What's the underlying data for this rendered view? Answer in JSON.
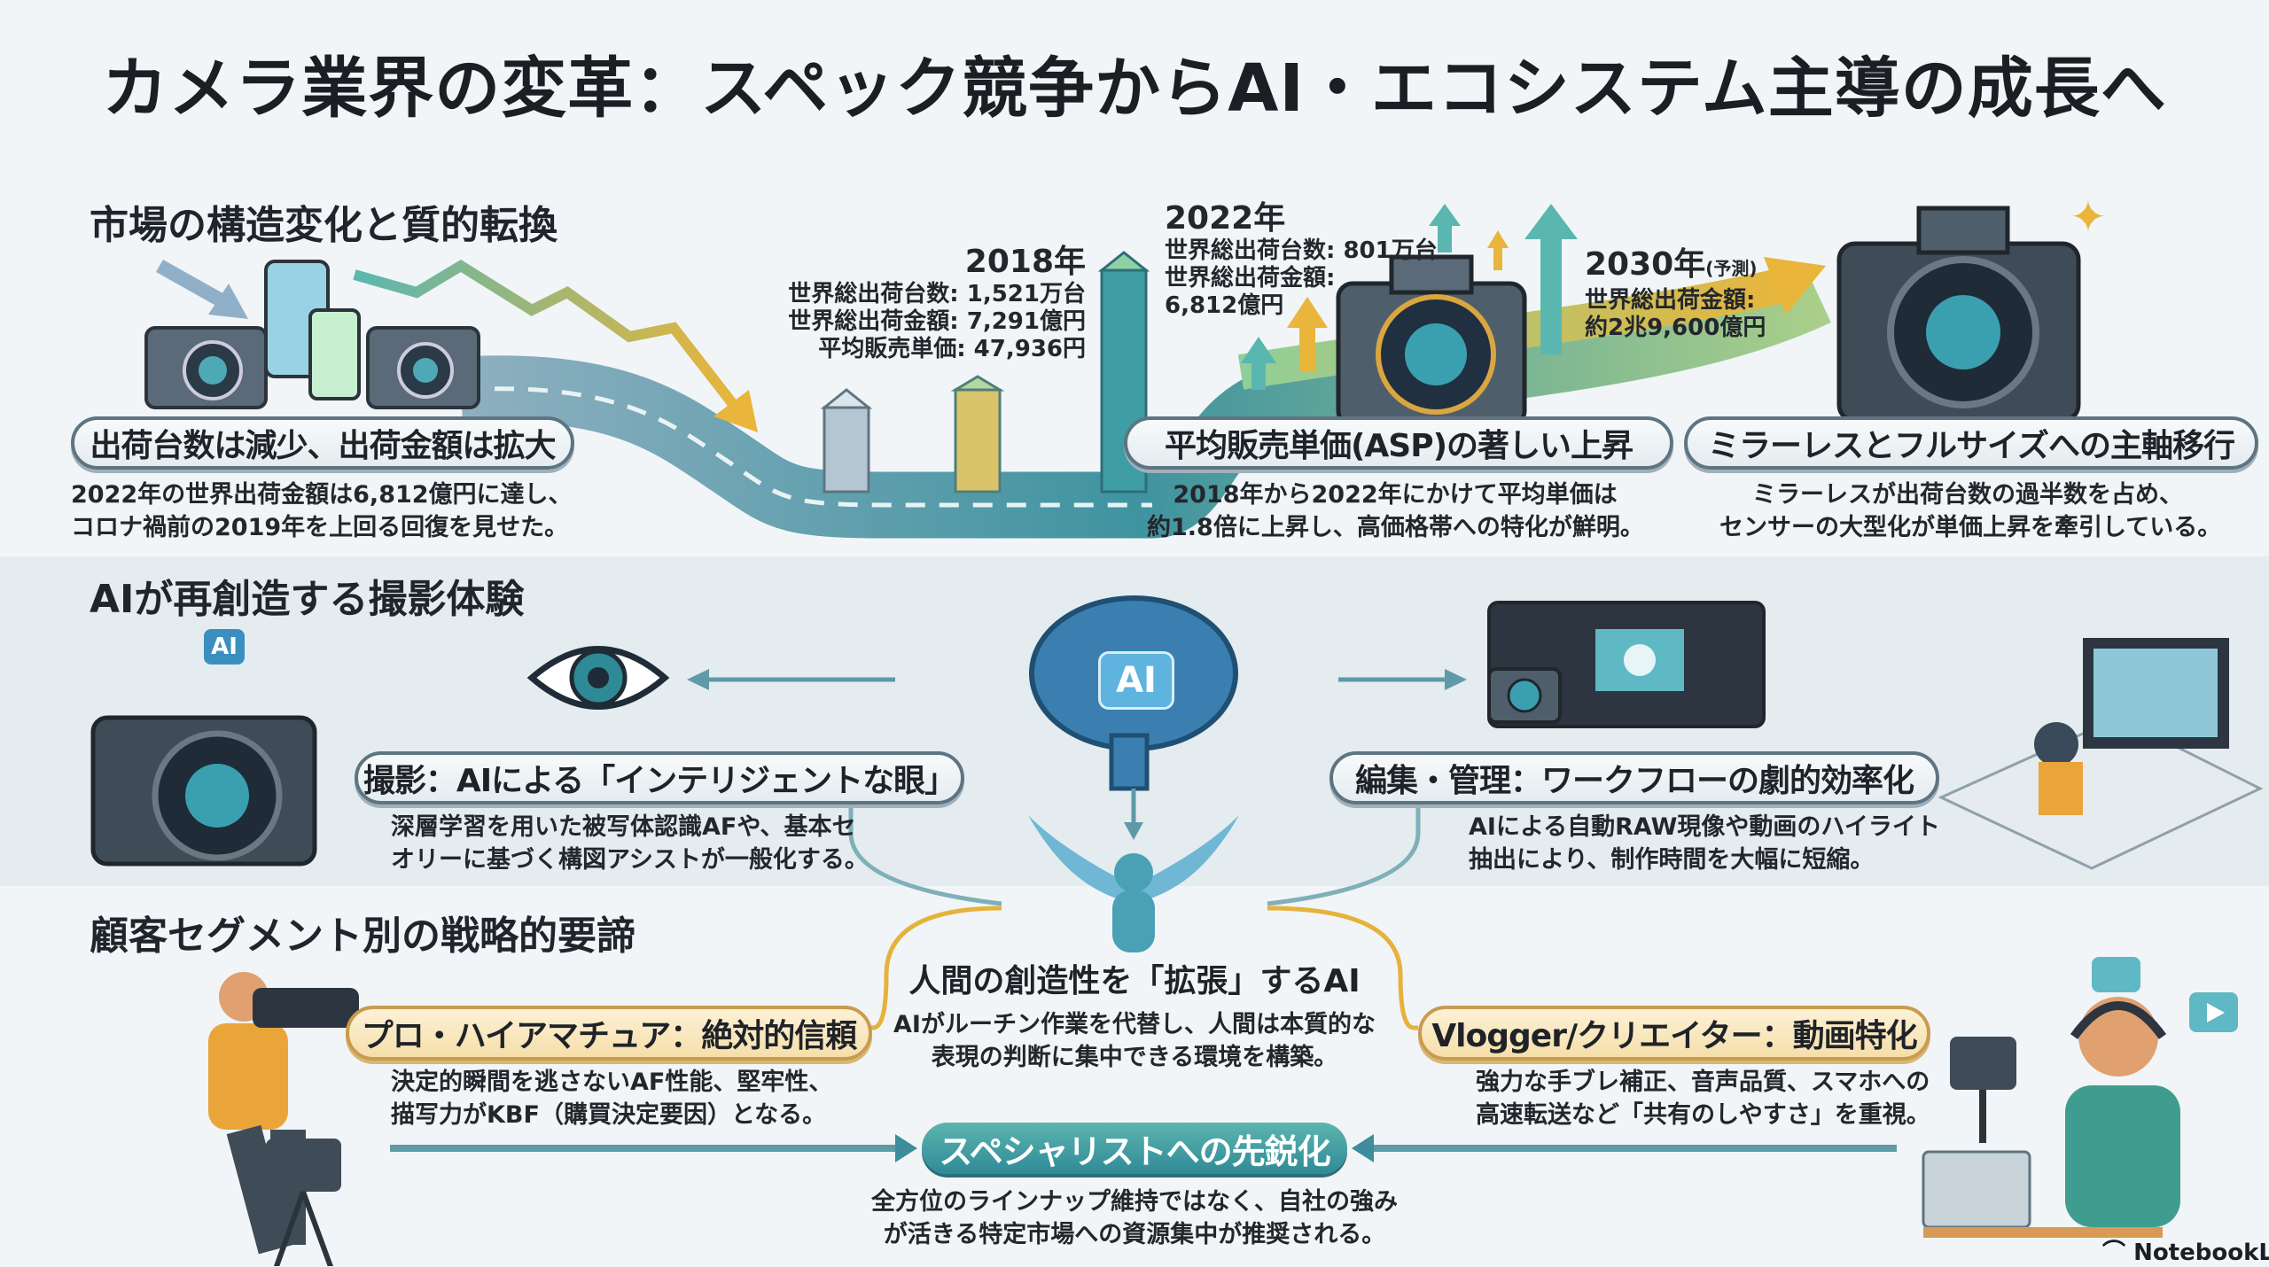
{
  "title": "カメラ業界の変革：スペック競争からAI・エコシステム主導の成長へ",
  "section1": {
    "heading": "市場の構造変化と質的転換",
    "stats": {
      "y2018": {
        "year": "2018年",
        "lines": [
          "世界総出荷台数: 1,521万台",
          "世界総出荷金額: 7,291億円",
          "平均販売単価: 47,936円"
        ]
      },
      "y2022": {
        "year": "2022年",
        "lines": [
          "世界総出荷台数: 801万台",
          "世界総出荷金額:",
          "6,812億円"
        ]
      },
      "y2030": {
        "year": "2030年",
        "note": "(予測)",
        "lines": [
          "世界総出荷金額:",
          "約2兆9,600億円"
        ]
      }
    },
    "cards": [
      {
        "label": "出荷台数は減少、出荷金額は拡大",
        "desc": [
          "2022年の世界出荷金額は6,812億円に達し、",
          "コロナ禍前の2019年を上回る回復を見せた。"
        ]
      },
      {
        "label": "平均販売単価(ASP)の著しい上昇",
        "desc": [
          "2018年から2022年にかけて平均単価は",
          "約1.8倍に上昇し、高価格帯への特化が鮮明。"
        ]
      },
      {
        "label": "ミラーレスとフルサイズへの主軸移行",
        "desc": [
          "ミラーレスが出荷台数の過半数を占め、",
          "センサーの大型化が単価上昇を牽引している。"
        ]
      }
    ]
  },
  "section2": {
    "heading": "AIが再創造する撮影体験",
    "ai_badge": "AI",
    "brain_label": "AI",
    "cards": [
      {
        "label": "撮影：AIによる「インテリジェントな眼」",
        "desc": [
          "深層学習を用いた被写体認識AFや、基本セ",
          "オリーに基づく構図アシストが一般化する。"
        ]
      },
      {
        "label": "編集・管理：ワークフローの劇的効率化",
        "desc": [
          "AIによる自動RAW現像や動画のハイライト",
          "抽出により、制作時間を大幅に短縮。"
        ]
      }
    ],
    "center": {
      "label": "人間の創造性を「拡張」するAI",
      "desc": [
        "AIがルーチン作業を代替し、人間は本質的な",
        "表現の判断に集中できる環境を構築。"
      ]
    }
  },
  "section3": {
    "heading": "顧客セグメント別の戦略的要諦",
    "cards": [
      {
        "label": "プロ・ハイアマチュア：絶対的信頼",
        "desc": [
          "決定的瞬間を逃さないAF性能、堅牢性、",
          "描写力がKBF（購買決定要因）となる。"
        ]
      },
      {
        "label": "Vlogger/クリエイター：動画特化",
        "desc": [
          "強力な手ブレ補正、音声品質、スマホへの",
          "高速転送など「共有のしやすさ」を重視。"
        ]
      }
    ],
    "specialist": {
      "label": "スペシャリストへの先鋭化",
      "desc": [
        "全方位のラインナップ維持ではなく、自社の強み",
        "が活きる特定市場への資源集中が推奨される。"
      ]
    }
  },
  "footer": {
    "brand": "NotebookLM"
  },
  "colors": {
    "teal": "#2f8a97",
    "gold": "#e5b23c",
    "slate": "#5f7482",
    "band": "#e3ebee"
  }
}
